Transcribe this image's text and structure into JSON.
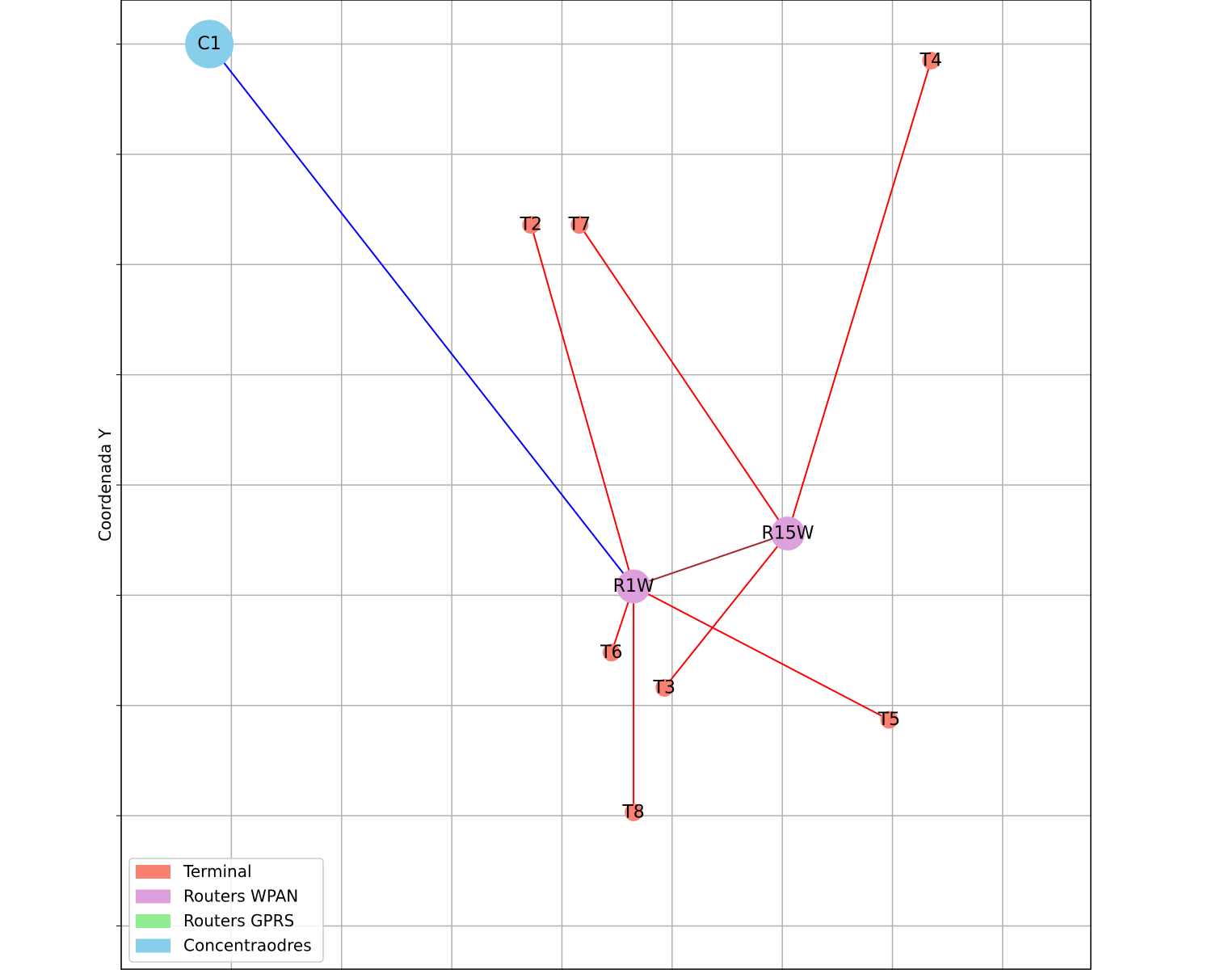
{
  "ylabel": "Coordenada Y",
  "colors": {
    "terminal": "#FA8072",
    "router_wpan": "#DDA0DD",
    "router_gprs": "#90EE90",
    "concentrator": "#87CEEB",
    "link_concentrator": "#0000FF",
    "link_terminal": "#FF0000",
    "link_router": "#A52A2A"
  },
  "nodes": [
    {
      "id": "C1",
      "label": "C1",
      "kind": "concentrator",
      "x": 0.8,
      "y": 8.0
    },
    {
      "id": "T4",
      "label": "T4",
      "kind": "terminal",
      "x": 7.35,
      "y": 7.85
    },
    {
      "id": "T2",
      "label": "T2",
      "kind": "terminal",
      "x": 3.72,
      "y": 6.36
    },
    {
      "id": "T7",
      "label": "T7",
      "kind": "terminal",
      "x": 4.16,
      "y": 6.36
    },
    {
      "id": "R15W",
      "label": "R15W",
      "kind": "router_wpan",
      "x": 6.05,
      "y": 3.56
    },
    {
      "id": "R1W",
      "label": "R1W",
      "kind": "router_wpan",
      "x": 4.65,
      "y": 3.08
    },
    {
      "id": "T6",
      "label": "T6",
      "kind": "terminal",
      "x": 4.45,
      "y": 2.48
    },
    {
      "id": "T3",
      "label": "T3",
      "kind": "terminal",
      "x": 4.93,
      "y": 2.16
    },
    {
      "id": "T5",
      "label": "T5",
      "kind": "terminal",
      "x": 6.97,
      "y": 1.87
    },
    {
      "id": "T8",
      "label": "T8",
      "kind": "terminal",
      "x": 4.65,
      "y": 1.03
    }
  ],
  "edges": [
    {
      "from": "C1",
      "to": "R1W",
      "kind": "link_concentrator"
    },
    {
      "from": "R1W",
      "to": "R15W",
      "kind": "link_router"
    },
    {
      "from": "R1W",
      "to": "T2",
      "kind": "link_terminal"
    },
    {
      "from": "R1W",
      "to": "T6",
      "kind": "link_terminal"
    },
    {
      "from": "R1W",
      "to": "T8",
      "kind": "link_terminal"
    },
    {
      "from": "R1W",
      "to": "T5",
      "kind": "link_terminal"
    },
    {
      "from": "R15W",
      "to": "T7",
      "kind": "link_terminal"
    },
    {
      "from": "R15W",
      "to": "T4",
      "kind": "link_terminal"
    },
    {
      "from": "R15W",
      "to": "T3",
      "kind": "link_terminal"
    }
  ],
  "legend": {
    "position": "lower-left",
    "items": [
      {
        "label": "Terminal",
        "kind": "terminal"
      },
      {
        "label": "Routers WPAN",
        "kind": "router_wpan"
      },
      {
        "label": "Routers GPRS",
        "kind": "router_gprs"
      },
      {
        "label": "Concentraodres",
        "kind": "concentrator"
      }
    ]
  },
  "xlim": [
    0,
    8.8
  ],
  "ylim": [
    -0.4,
    8.4
  ],
  "grid": true
}
